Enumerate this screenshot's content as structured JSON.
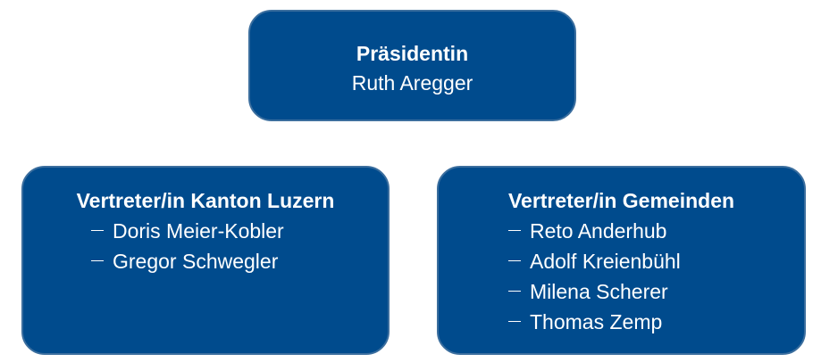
{
  "president": {
    "role": "Präsidentin",
    "name": "Ruth Aregger"
  },
  "groups": [
    {
      "title": "Vertreter/in Kanton Luzern",
      "members": [
        "Doris Meier-Kobler",
        "Gregor Schwegler"
      ]
    },
    {
      "title": "Vertreter/in Gemeinden",
      "members": [
        "Reto Anderhub",
        "Adolf Kreienbühl",
        "Milena Scherer",
        "Thomas Zemp"
      ]
    }
  ],
  "colors": {
    "box_fill": "#004b8d",
    "box_border": "#3b6e9e",
    "text": "#ffffff"
  }
}
